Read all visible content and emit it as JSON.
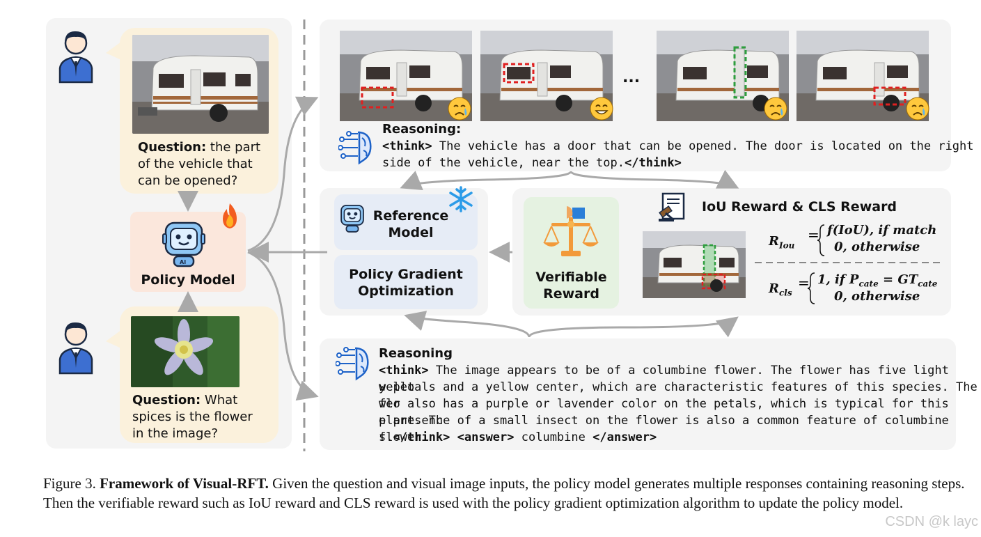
{
  "q1": {
    "label": "Question:",
    "text_line1": " the part",
    "text_line2": "of the vehicle that",
    "text_line3": "can be opened?"
  },
  "q2": {
    "label": "Question:",
    "text_line1": " What",
    "text_line2": "spices is the flower",
    "text_line3": "in the image?"
  },
  "policy": {
    "label": "Policy Model"
  },
  "ellipsis": "...",
  "reasoning1": {
    "title": "Reasoning:",
    "line1_tag": "<think>",
    "line1": " The vehicle has a door that can be opened. The door is located on the right",
    "line2": "side of the vehicle, near the top.",
    "line2_tag": "</think>"
  },
  "reference": {
    "line1": "Reference",
    "line2": "Model"
  },
  "pgo": {
    "line1": "Policy Gradient",
    "line2": "Optimization"
  },
  "verifiable": {
    "line1": "Verifiable",
    "line2": "Reward"
  },
  "reward_title": "IoU Reward & CLS Reward",
  "formula_iou": {
    "lhs": "R",
    "lhs_sub": "Iou",
    "case1": "f(IoU), if match",
    "case2": "0, otherwise"
  },
  "formula_cls": {
    "lhs": "R",
    "lhs_sub": "cls",
    "case1_a": "1, if P",
    "case1_sub1": "cate",
    "case1_b": " = GT",
    "case1_sub2": "cate",
    "case2": "0, otherwise"
  },
  "reasoning2": {
    "title": "Reasoning",
    "line1_tag": "<think>",
    "line1": " The image appears to be of a columbine flower. The flower has five light yello",
    "line2": "w petals and a yellow center, which are characteristic features of this species. The flo",
    "line3": "wer also has a purple or lavender color on the petals, which is typical for this plant. Th",
    "line4": "e presence of a small insect on the flower is also a common feature of columbine flower",
    "line5_a": "s.",
    "line5_tag1": "</think>",
    "line5_tag2": "<answer>",
    "line5_b": " columbine ",
    "line5_tag3": "</answer>"
  },
  "caption": {
    "prefix": "Figure 3. ",
    "bold": "Framework of Visual-RFT.",
    "rest": " Given the question and visual image inputs, the policy model generates multiple responses containing reasoning steps. Then the verifiable reward such as IoU reward and CLS reward is used with the policy gradient optimization algorithm to update the policy model."
  },
  "watermark": "CSDN @k layc",
  "colors": {
    "bubble": "#fbf1dc",
    "policy_box": "#fbe7dc",
    "blue_box": "#e6ecf6",
    "green_box": "#e5f2e1",
    "arrow": "#a9a9a9",
    "red_dash": "#e02020",
    "green_dash": "#2e9e3e"
  }
}
